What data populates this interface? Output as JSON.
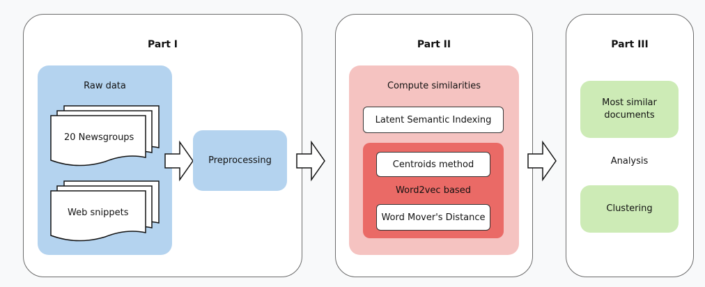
{
  "part1": {
    "title": "Part I",
    "raw_data_label": "Raw data",
    "doc1_label": "20 Newsgroups",
    "doc2_label": "Web snippets",
    "preprocessing_label": "Preprocessing"
  },
  "part2": {
    "title": "Part II",
    "compute_label": "Compute similarities",
    "lsi_label": "Latent Semantic Indexing",
    "centroids_label": "Centroids method",
    "word2vec_label": "Word2vec based",
    "wmd_label": "Word Mover's Distance"
  },
  "part3": {
    "title": "Part III",
    "most_similar_label": "Most similar documents",
    "analysis_label": "Analysis",
    "clustering_label": "Clustering"
  },
  "colors": {
    "blue": "#b4d3ef",
    "light_red": "#f5c3c1",
    "red": "#ea6a66",
    "green": "#cdebb6",
    "border": "#6b6b6b"
  }
}
